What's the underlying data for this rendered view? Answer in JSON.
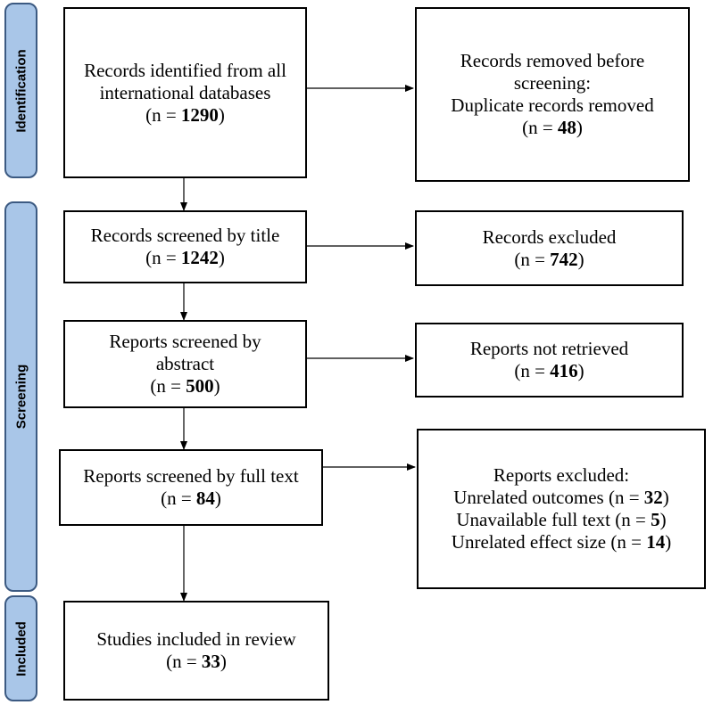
{
  "phases": {
    "identification": "Identification",
    "screening": "Screening",
    "included": "Included"
  },
  "boxes": {
    "identified": {
      "lines": [
        "Records identified from all",
        "international databases"
      ],
      "n_prefix": "(n = ",
      "n": "1290",
      "n_suffix": ")"
    },
    "removed": {
      "lines": [
        "Records removed before",
        "screening:",
        "Duplicate records removed"
      ],
      "n_prefix": "(n = ",
      "n": "48",
      "n_suffix": ")"
    },
    "title_screen": {
      "lines": [
        "Records screened by title"
      ],
      "n_prefix": "(n = ",
      "n": "1242",
      "n_suffix": ")"
    },
    "excluded_title": {
      "lines": [
        "Records excluded"
      ],
      "n_prefix": "(n = ",
      "n": "742",
      "n_suffix": ")"
    },
    "abstract_screen": {
      "lines": [
        "Reports screened by",
        "abstract"
      ],
      "n_prefix": "(n = ",
      "n": "500",
      "n_suffix": ")"
    },
    "not_retrieved": {
      "lines": [
        "Reports not retrieved"
      ],
      "n_prefix": "(n = ",
      "n": "416",
      "n_suffix": ")"
    },
    "fulltext_screen": {
      "lines": [
        "Reports screened by full text"
      ],
      "n_prefix": "(n = ",
      "n": "84",
      "n_suffix": ")"
    },
    "excluded_reports": {
      "title": "Reports excluded:",
      "reasons": [
        {
          "label": "Unrelated outcomes (n = ",
          "n": "32",
          "suffix": ")"
        },
        {
          "label": "Unavailable full text (n = ",
          "n": "5",
          "suffix": ")"
        },
        {
          "label": "Unrelated effect size (n = ",
          "n": "14",
          "suffix": ")"
        }
      ]
    },
    "included_studies": {
      "lines": [
        "Studies included in review"
      ],
      "n_prefix": "(n = ",
      "n": "33",
      "n_suffix": ")"
    }
  }
}
